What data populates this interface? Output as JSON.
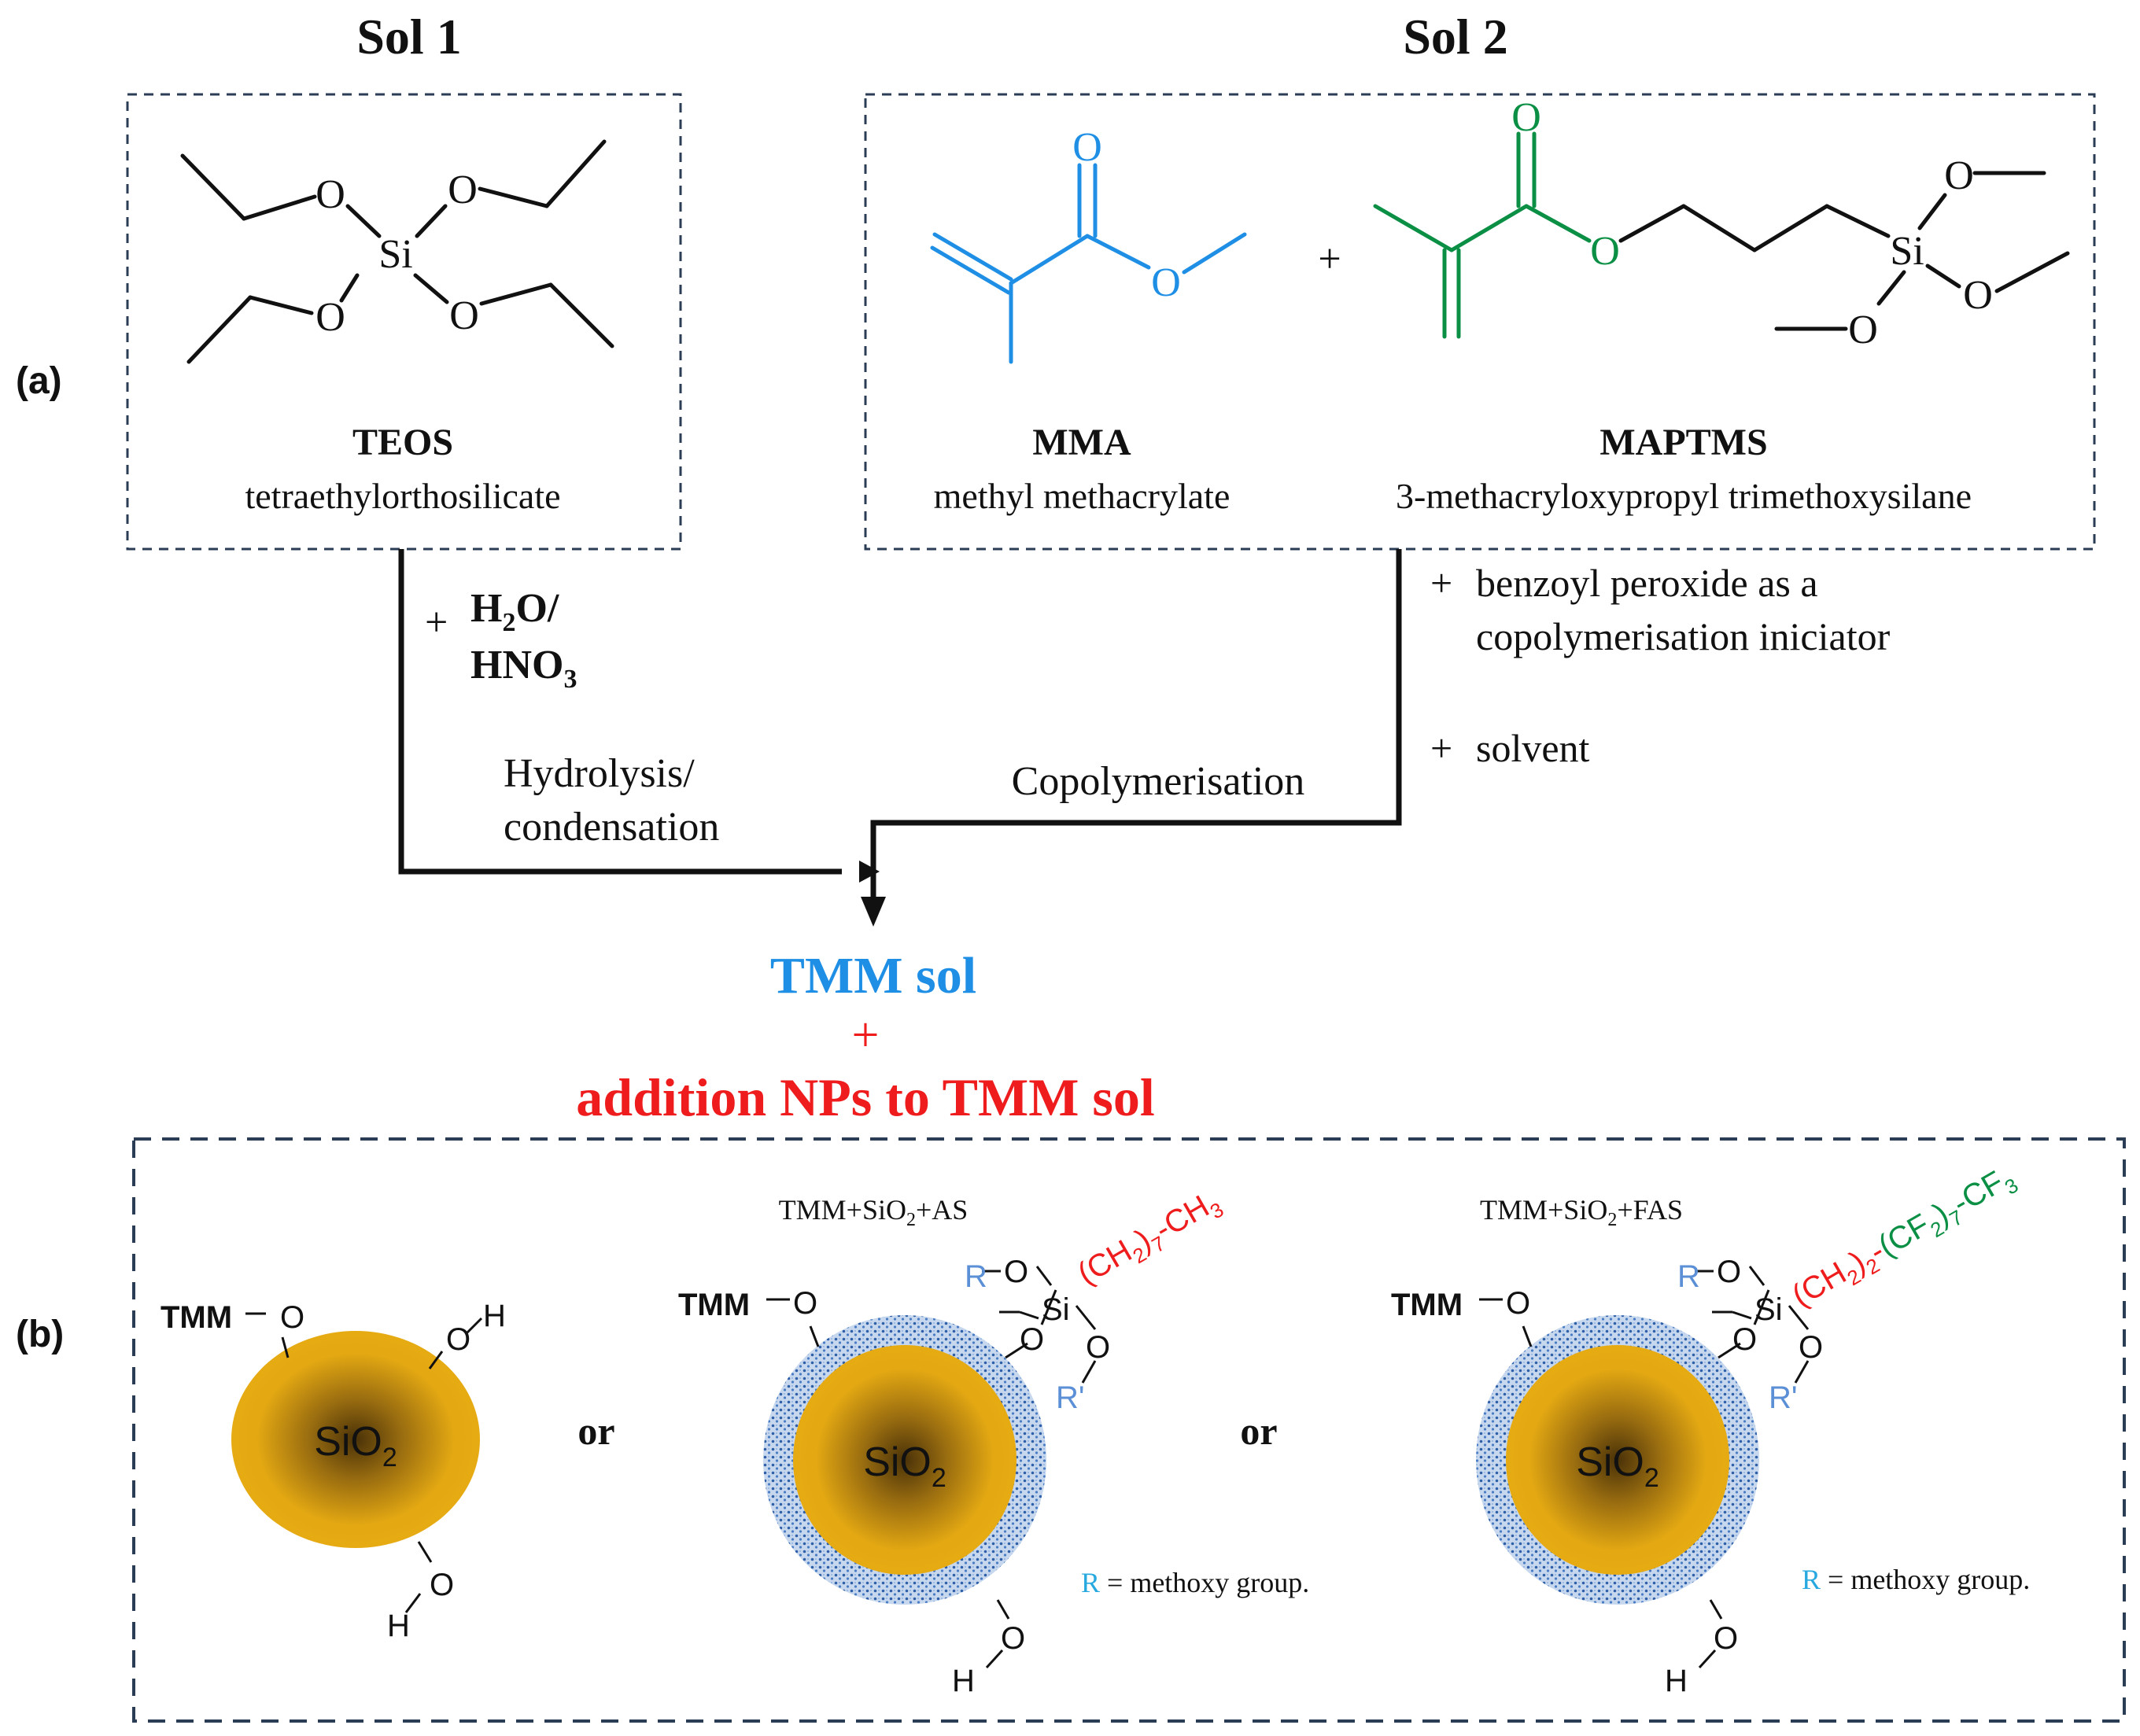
{
  "colors": {
    "blue": "#1f8fe6",
    "green": "#0b8f45",
    "red": "#ee1c1c",
    "navy": "#2b3c55",
    "gold": "#e3a812",
    "dark": "#111111",
    "pale_blue": "#5b8fd6",
    "cyan": "#27a9e0"
  },
  "panel_a": {
    "label": "(a)",
    "sol1": {
      "title": "Sol 1",
      "molecule": {
        "name": "TEOS",
        "full_name": "tetraethylorthosilicate",
        "atoms": {
          "O": "O",
          "Si": "Si"
        }
      },
      "reagent_plus": "+",
      "reagent_line1_a": "H",
      "reagent_line1_sub": "2",
      "reagent_line1_b": "O/",
      "reagent_line2_a": "HNO",
      "reagent_line2_sub": "3",
      "step": [
        "Hydrolysis/",
        "condensation"
      ]
    },
    "sol2": {
      "title": "Sol 2",
      "mma": {
        "name": "MMA",
        "full_name": "methyl methacrylate",
        "atoms": {
          "O": "O"
        }
      },
      "plus": "+",
      "maptms": {
        "name": "MAPTMS",
        "full_name": "3-methacryloxypropyl trimethoxysilane",
        "atoms": {
          "O": "O",
          "Si": "Si"
        }
      },
      "additions": [
        {
          "plus": "+",
          "lines": [
            "benzoyl peroxide as a",
            "copolymerisation iniciator"
          ]
        },
        {
          "plus": "+",
          "lines": [
            "solvent"
          ]
        }
      ],
      "step": "Copolymerisation"
    },
    "product": {
      "name": "TMM sol",
      "plus": "+",
      "addition": "addition NPs to TMM sol"
    }
  },
  "panel_b": {
    "label": "(b)",
    "particles": [
      {
        "id": "plain",
        "core": {
          "a": "SiO",
          "sub": "2"
        },
        "tmm": "TMM",
        "atoms": {
          "O": "O",
          "H": "H"
        }
      },
      {
        "id": "as",
        "title": {
          "a": "TMM+SiO",
          "sub": "2",
          "b": "+AS"
        },
        "core": {
          "a": "SiO",
          "sub": "2"
        },
        "tmm": "TMM",
        "atoms": {
          "O": "O",
          "H": "H",
          "Si": "Si",
          "R": "R",
          "R2": "R'"
        },
        "chain_red": {
          "a": "(CH",
          "sub1": "2",
          "b": ")",
          "sub2": "7",
          "c": "-CH",
          "sub3": "3"
        },
        "note": {
          "r": "R",
          "text": " = methoxy group."
        }
      },
      {
        "id": "fas",
        "title": {
          "a": "TMM+SiO",
          "sub": "2",
          "b": "+FAS"
        },
        "core": {
          "a": "SiO",
          "sub": "2"
        },
        "tmm": "TMM",
        "atoms": {
          "O": "O",
          "H": "H",
          "Si": "Si",
          "R": "R",
          "R2": "R'"
        },
        "chain_red": {
          "a": "(CH",
          "sub1": "2",
          "b": ")",
          "sub2": "2",
          "c": "-"
        },
        "chain_green": {
          "a": "(CF",
          "sub1": "2",
          "b": ")",
          "sub2": "7",
          "c": "-CF",
          "sub3": "3"
        },
        "note": {
          "r": "R",
          "text": " = methoxy group."
        }
      }
    ],
    "connectors": [
      "or",
      "or"
    ]
  }
}
